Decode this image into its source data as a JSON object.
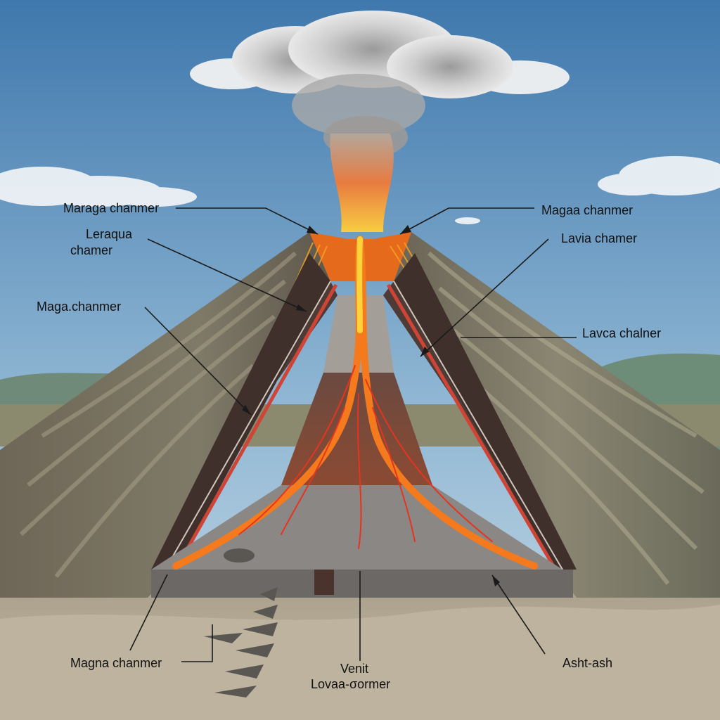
{
  "diagram": {
    "labels": {
      "top_left": "Maraga chanmer",
      "top_right": "Magaa chanmer",
      "left_two_line_1": "Leraqua",
      "left_two_line_2": "chamer",
      "left_mid": "Maga.chanmer",
      "right_upper": "Lavia chamer",
      "right_mid": "Lavca chalner",
      "bottom_left": "Magna chanmer",
      "bottom_center_1": "Venit",
      "bottom_center_2": "Lovaa-σormer",
      "bottom_right": "Asht-ash"
    },
    "colors": {
      "sky_top": "#4f86b8",
      "sky_bottom": "#b9d3e4",
      "lava": "#f07a1a",
      "lava_bright": "#ffd23a",
      "rock_dark": "#5a4a44",
      "ground": "#b7ad98"
    }
  }
}
